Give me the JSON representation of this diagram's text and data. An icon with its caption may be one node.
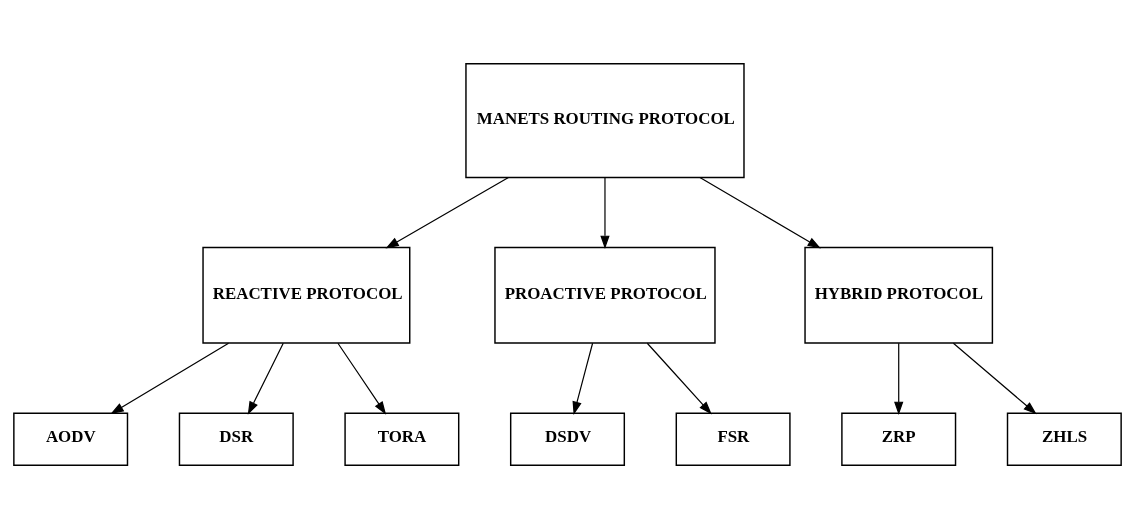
{
  "diagram": {
    "nodes": [
      {
        "text": [
          "MANETS ROUTING PROTOCOL"
        ]
      },
      {
        "text": [
          "REACTIVE PROTOCOL"
        ]
      },
      {
        "text": [
          "PROACTIVE PROTOCOL"
        ]
      },
      {
        "text": [
          "HYBRID PROTOCOL"
        ]
      },
      {
        "text": [
          "AODV"
        ]
      },
      {
        "text": [
          "DSR"
        ]
      },
      {
        "text": [
          "TORA"
        ]
      },
      {
        "text": [
          "DSDV"
        ]
      },
      {
        "text": [
          "FSR"
        ]
      },
      {
        "text": [
          "ZRP"
        ]
      },
      {
        "text": [
          "ZHLS"
        ]
      }
    ],
    "edges": [
      {
        "from": 0,
        "to": 1,
        "arrow": "to"
      },
      {
        "from": 0,
        "to": 2,
        "arrow": "to"
      },
      {
        "from": 0,
        "to": 3,
        "arrow": "to"
      },
      {
        "from": 1,
        "to": 4,
        "arrow": "to"
      },
      {
        "from": 1,
        "to": 5,
        "arrow": "to"
      },
      {
        "from": 1,
        "to": 6,
        "arrow": "to"
      },
      {
        "from": 2,
        "to": 7,
        "arrow": "to"
      },
      {
        "from": 2,
        "to": 8,
        "arrow": "to"
      },
      {
        "from": 3,
        "to": 9,
        "arrow": "to"
      },
      {
        "from": 3,
        "to": 10,
        "arrow": "to"
      }
    ]
  }
}
